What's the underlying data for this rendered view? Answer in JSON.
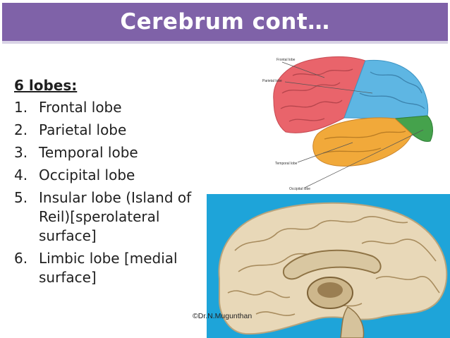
{
  "slide": {
    "title": "Cerebrum cont…",
    "heading": "6 lobes:",
    "items": [
      {
        "num": "1.",
        "text": "Frontal lobe"
      },
      {
        "num": "2.",
        "text": "Parietal lobe"
      },
      {
        "num": "3.",
        "text": "Temporal lobe"
      },
      {
        "num": "4.",
        "text": "Occipital lobe"
      },
      {
        "num": "5.",
        "text": "Insular lobe (Island of Reil)[sperolateral surface]"
      },
      {
        "num": "6.",
        "text": "Limbic lobe [medial surface]"
      }
    ],
    "credit": "©Dr.N.Mugunthan"
  },
  "diagram": {
    "labels": [
      "Frontal lobe",
      "Parietal lobe",
      "Temporal lobe",
      "Occipital lobe"
    ],
    "colors": {
      "frontal": "#e9646b",
      "parietal": "#5eb6e3",
      "temporal": "#f1a93a",
      "occipital": "#45a24c"
    }
  },
  "theme": {
    "title_bar": "#7f62a8",
    "photo_background": "#1ea4d9",
    "brain_tissue": "#e8d8b8"
  }
}
